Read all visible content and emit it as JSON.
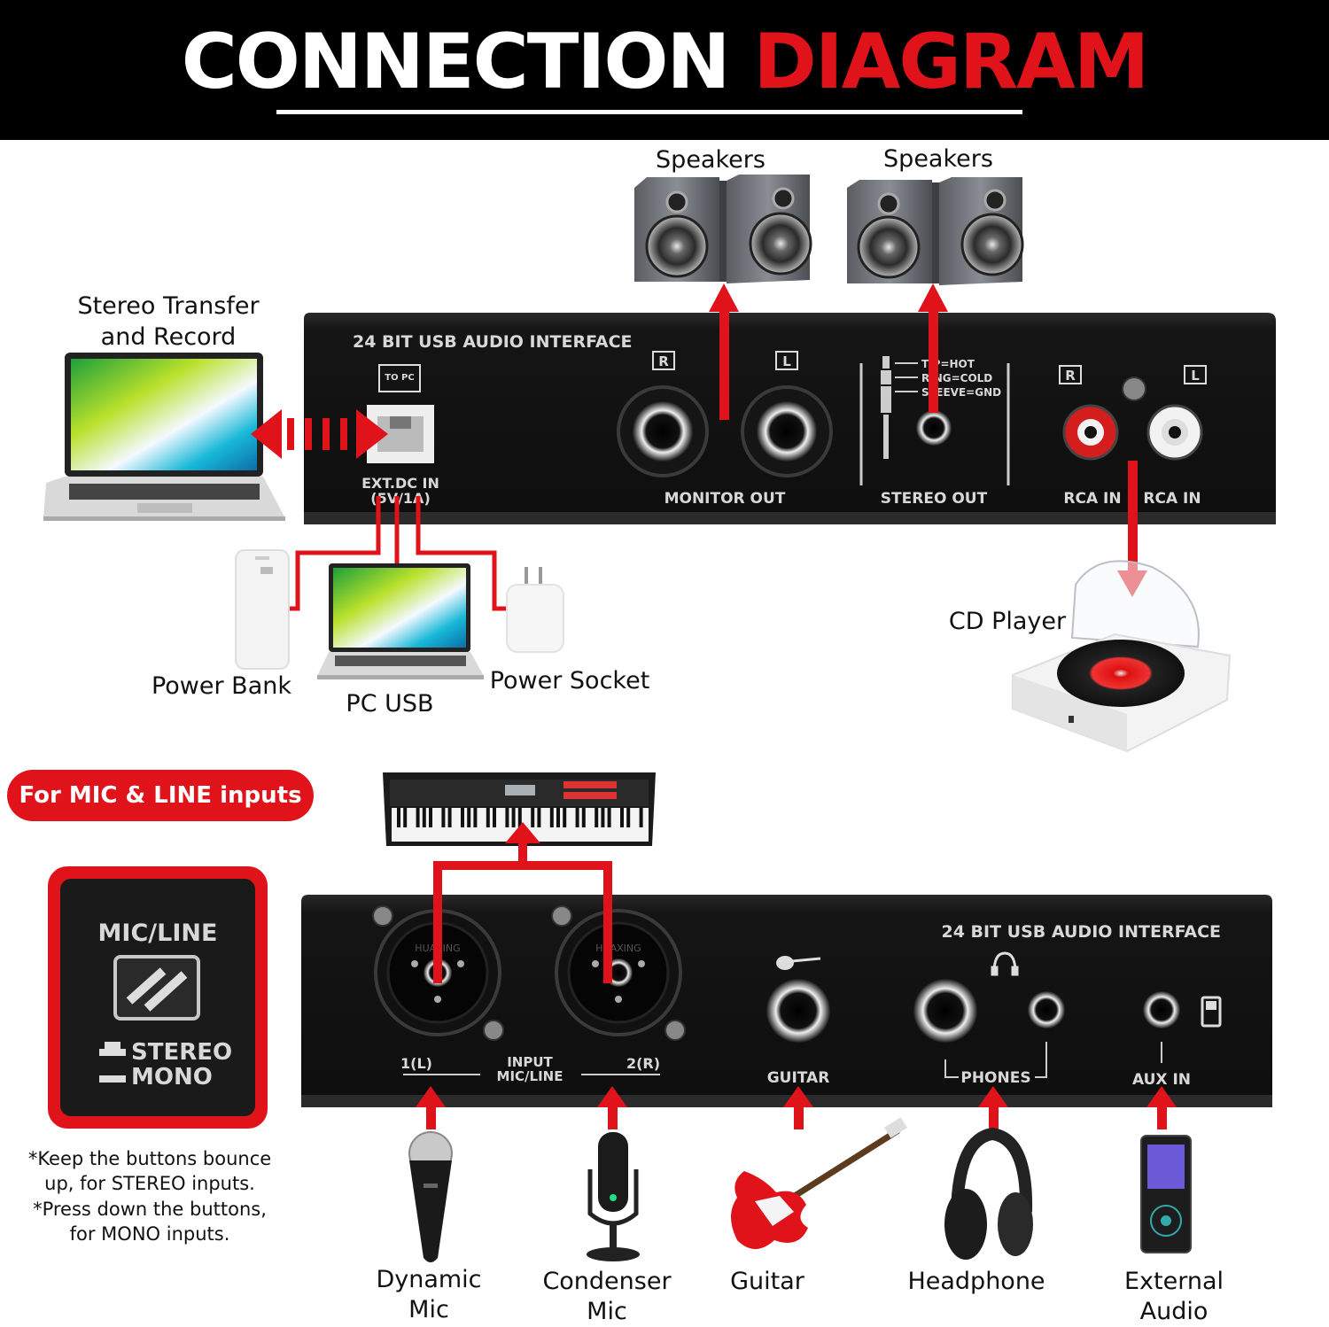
{
  "header": {
    "title_white": "CONNECTION",
    "title_red": "DIAGRAM"
  },
  "colors": {
    "accent_red": "#e0131b",
    "panel_black": "#141414",
    "header_black": "#000000"
  },
  "devices": {
    "laptop_top": "Stereo Transfer and Record",
    "laptop_top_line1": "Stereo Transfer",
    "laptop_top_line2": "and Record",
    "speakers_left": "Speakers",
    "speakers_right": "Speakers",
    "power_bank": "Power Bank",
    "pc_usb": "PC USB",
    "power_socket": "Power Socket",
    "cd_player": "CD Player",
    "dynamic_mic_line1": "Dynamic",
    "dynamic_mic_line2": "Mic",
    "condenser_mic_line1": "Condenser",
    "condenser_mic_line2": "Mic",
    "guitar": "Guitar",
    "headphone": "Headphone",
    "external_audio_line1": "External",
    "external_audio_line2": "Audio"
  },
  "back_panel": {
    "title": "24 BIT USB AUDIO INTERFACE",
    "to_pc": "TO PC",
    "ext_dc_line1": "EXT.DC IN",
    "ext_dc_line2": "(5V/1A)",
    "monitor_r": "R",
    "monitor_l": "L",
    "monitor_out": "MONITOR OUT",
    "tip_hot": "TIP=HOT",
    "ring_cold": "RING=COLD",
    "sleeve_gnd": "SLEEVE=GND",
    "stereo_out": "STEREO OUT",
    "rca_r": "R",
    "rca_l": "L",
    "rca_in_1": "RCA IN",
    "rca_in_2": "RCA IN"
  },
  "front_panel": {
    "title": "24 BIT USB AUDIO INTERFACE",
    "xlr_brand": "HUAXING",
    "input_1": "1(L)",
    "input_2": "2(R)",
    "input_line1": "INPUT",
    "input_line2": "MIC/LINE",
    "guitar": "GUITAR",
    "phones": "PHONES",
    "aux_in": "AUX IN"
  },
  "mic_line_section": {
    "pill": "For MIC & LINE inputs",
    "switch_label": "MIC/LINE",
    "stereo": "STEREO",
    "mono": "MONO",
    "note_line1": "*Keep the buttons bounce",
    "note_line2": "up, for STEREO inputs.",
    "note_line3": "*Press down the buttons,",
    "note_line4": "for MONO inputs."
  }
}
